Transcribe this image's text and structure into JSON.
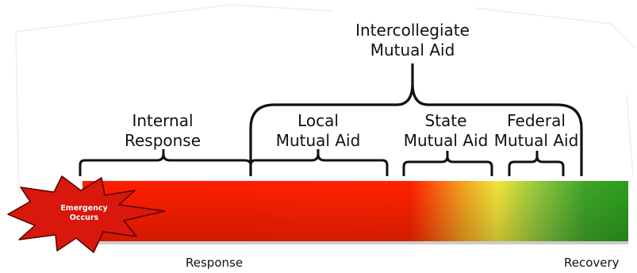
{
  "diagram": {
    "labels": {
      "intercollegiate": {
        "line1": "Intercollegiate",
        "line2": "Mutual Aid"
      },
      "internal": {
        "line1": "Internal",
        "line2": "Response"
      },
      "local": {
        "line1": "Local",
        "line2": "Mutual Aid"
      },
      "state": {
        "line1": "State",
        "line2": "Mutual Aid"
      },
      "federal": {
        "line1": "Federal",
        "line2": "Mutual Aid"
      }
    },
    "emergency": {
      "line1": "Emergency",
      "line2": "Occurs"
    },
    "timeline": {
      "start": "Response",
      "end": "Recovery"
    },
    "colors": {
      "red": "#ff1e00",
      "yellow": "#f2e53a",
      "green": "#2e9d1e",
      "burst": "#d8180d",
      "text": "#111111"
    }
  }
}
